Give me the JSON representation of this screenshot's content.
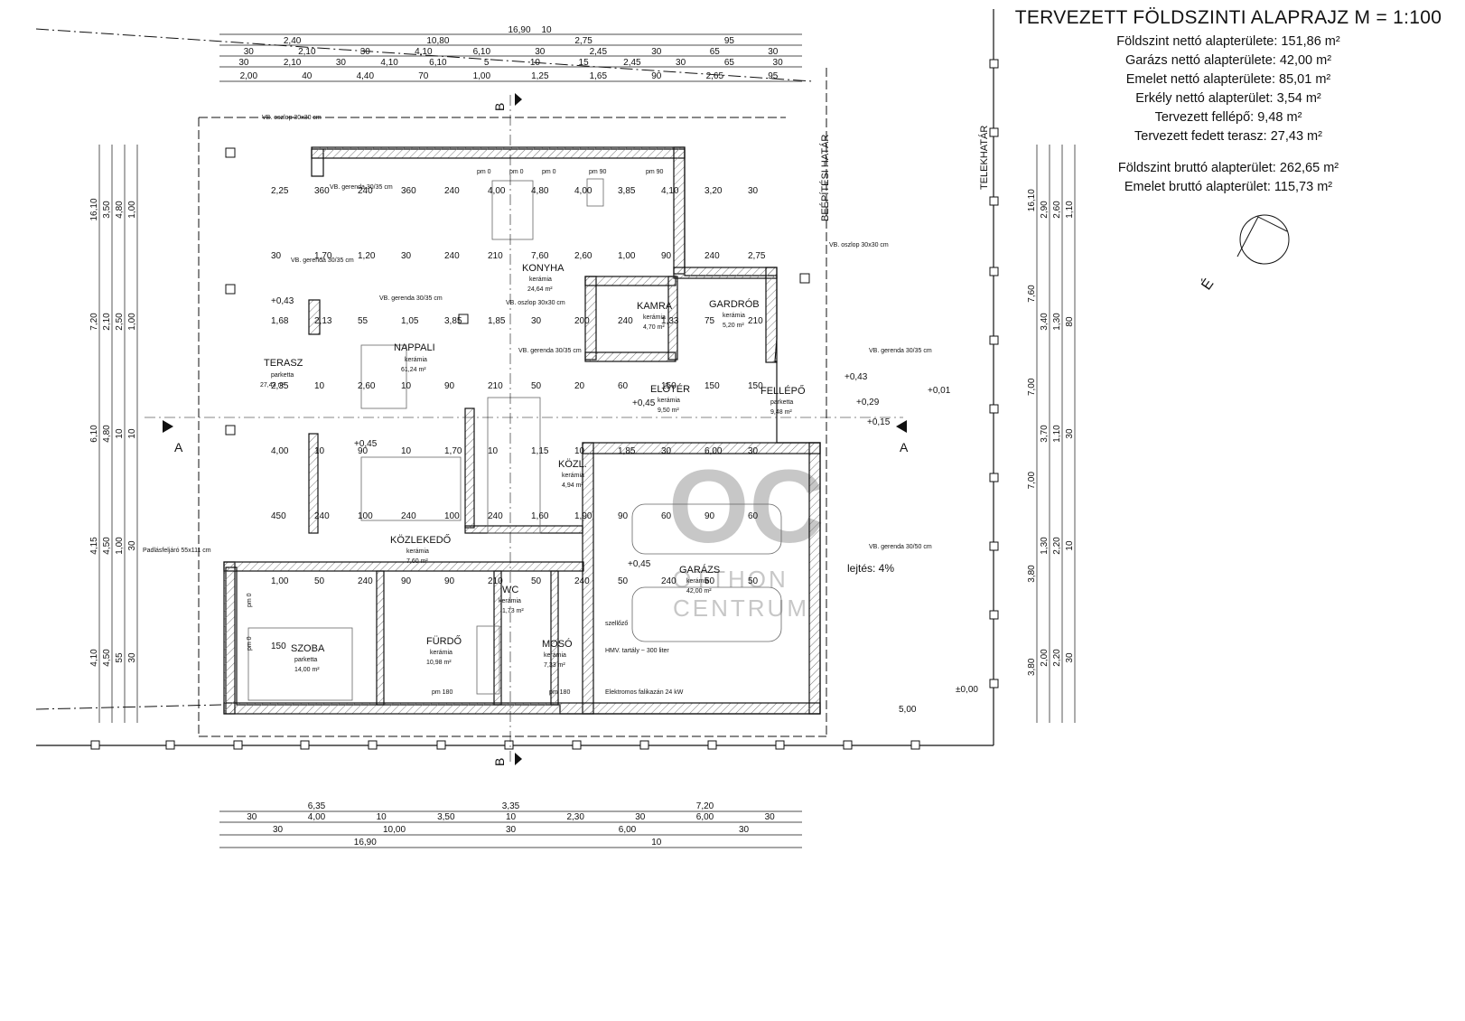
{
  "title": "TERVEZETT FÖLDSZINTI ALAPRAJZ M = 1:100",
  "areas": [
    "Földszint nettó alapterülete: 151,86 m²",
    "Garázs nettó alapterülete: 42,00 m²",
    "Emelet nettó alapterülete: 85,01 m²",
    "Erkély nettó alapterület: 3,54 m²",
    "Tervezett fellépő: 9,48 m²",
    "Tervezett fedett terasz: 27,43 m²"
  ],
  "gross_areas": [
    "Földszint bruttó alapterület: 262,65 m²",
    "Emelet bruttó alapterület: 115,73 m²"
  ],
  "north_label": "É",
  "rooms": {
    "terasz": {
      "name": "TERASZ",
      "material": "parketta",
      "area": "27,43 m²",
      "level": "+0,43"
    },
    "nappali": {
      "name": "NAPPALI",
      "material": "kerámia",
      "area": "61,24 m²",
      "level": "+0,45"
    },
    "konyha": {
      "name": "KONYHA",
      "material": "kerámia",
      "area": "24,64 m²"
    },
    "kamra": {
      "name": "KAMRA",
      "material": "kerámia",
      "area": "4,70 m²"
    },
    "gardrob": {
      "name": "GARDRÓB",
      "material": "kerámia",
      "area": "5,20 m²"
    },
    "eloter": {
      "name": "ELŐTÉR",
      "material": "kerámia",
      "area": "9,50 m²",
      "level": "+0,45"
    },
    "fellepo": {
      "name": "FELLÉPŐ",
      "material": "parketta",
      "area": "9,48 m²"
    },
    "kozl": {
      "name": "KÖZL.",
      "material": "kerámia",
      "area": "4,94 m²"
    },
    "kozlekedo": {
      "name": "KÖZLEKEDŐ",
      "material": "kerámia",
      "area": "7,60 m²"
    },
    "garazs": {
      "name": "GARÁZS",
      "material": "kerámia",
      "area": "42,00 m²",
      "level": "+0,45"
    },
    "szoba": {
      "name": "SZOBA",
      "material": "parketta",
      "area": "14,00 m²"
    },
    "furdo": {
      "name": "FÜRDŐ",
      "material": "kerámia",
      "area": "10,98 m²"
    },
    "wc": {
      "name": "WC",
      "material": "kerámia",
      "area": "1,73 m²"
    },
    "moso": {
      "name": "MOSÓ",
      "material": "kerámia",
      "area": "7,33 m²"
    }
  },
  "notes": {
    "oszlop": "VB. oszlop 30x30 cm",
    "gerenda_35": "VB. gerenda 30/35 cm",
    "gerenda_50": "VB. gerenda 30/50 cm",
    "padlas": "Padlásfeljáró 55x111 cm",
    "szellozo": "szellőző",
    "hmv": "HMV. tartály ~ 300 liter",
    "kazan": "Elektromos falikazán 24 kW",
    "lejtes": "lejtés: 4%",
    "beepitesi": "BEÉPÍTÉSI HATÁR",
    "telekhatar": "TELEKHATÁR",
    "zero": "±0,00",
    "l001": "+0,01",
    "l015": "+0,15",
    "l029": "+0,29",
    "l043": "+0,43",
    "five": "5,00",
    "section_a": "A",
    "section_b": "B",
    "pm0": "pm 0",
    "pm90": "pm 90",
    "pm180": "pm 180"
  },
  "dims": {
    "top_row0": [
      "16,90",
      "10"
    ],
    "top_row1": [
      "2,40",
      "10,80",
      "2,75",
      "95"
    ],
    "top_row2": [
      "30",
      "2,10",
      "30",
      "4,10",
      "6,10",
      "30",
      "2,45",
      "30",
      "65",
      "30"
    ],
    "top_row3": [
      "30",
      "2,10",
      "30",
      "4,10",
      "6,10",
      "5",
      "10",
      "15",
      "2,45",
      "30",
      "65",
      "30"
    ],
    "top_row4": [
      "2,00",
      "40",
      "4,40",
      "70",
      "1,00",
      "1,25",
      "1,65",
      "90",
      "2,65",
      "95"
    ],
    "bottom_row1": [
      "6,35",
      "3,35",
      "7,20"
    ],
    "bottom_row2": [
      "30",
      "4,00",
      "10",
      "3,50",
      "10",
      "2,30",
      "30",
      "6,00",
      "30"
    ],
    "bottom_row3": [
      "30",
      "10,00",
      "30",
      "6,00",
      "30"
    ],
    "bottom_row4": [
      "16,90",
      "10"
    ],
    "left_outer": [
      "16,10",
      "7,20",
      "6,10",
      "4,15",
      "4,10",
      "3,50",
      "2,10",
      "4,80",
      "4,50",
      "4,50",
      "4,80",
      "2,50",
      "10",
      "1,00",
      "55",
      "1,00",
      "1,00",
      "10",
      "30",
      "30"
    ],
    "right_outer": [
      "16,10",
      "7,60",
      "7,00",
      "7,00",
      "3,80",
      "3,80",
      "2,90",
      "3,40",
      "3,70",
      "1,30",
      "2,00",
      "2,60",
      "1,30",
      "1,10",
      "2,20",
      "2,20",
      "1,10",
      "80",
      "30",
      "10",
      "30"
    ],
    "inner": [
      "2,25",
      "360",
      "240",
      "360",
      "240",
      "4,00",
      "4,80",
      "4,00",
      "3,85",
      "4,10",
      "3,20",
      "30",
      "30",
      "1,70",
      "1,20",
      "30",
      "240",
      "210",
      "7,60",
      "2,60",
      "1,00",
      "90",
      "240",
      "2,75",
      "1,68",
      "2,13",
      "55",
      "1,05",
      "3,85",
      "1,85",
      "30",
      "200",
      "240",
      "1,33",
      "75",
      "210",
      "2,35",
      "10",
      "2,60",
      "10",
      "90",
      "210",
      "50",
      "20",
      "60",
      "150",
      "150",
      "150",
      "4,00",
      "10",
      "90",
      "10",
      "1,70",
      "10",
      "1,15",
      "10",
      "1,85",
      "30",
      "6,00",
      "30",
      "450",
      "240",
      "100",
      "240",
      "100",
      "240",
      "1,60",
      "1,90",
      "90",
      "60",
      "90",
      "60",
      "1,00",
      "50",
      "240",
      "90",
      "90",
      "210",
      "50",
      "240",
      "50",
      "240",
      "50",
      "50",
      "150"
    ]
  },
  "watermark": {
    "logo": "OC",
    "line1": "OTTHON",
    "line2": "CENTRUM"
  }
}
